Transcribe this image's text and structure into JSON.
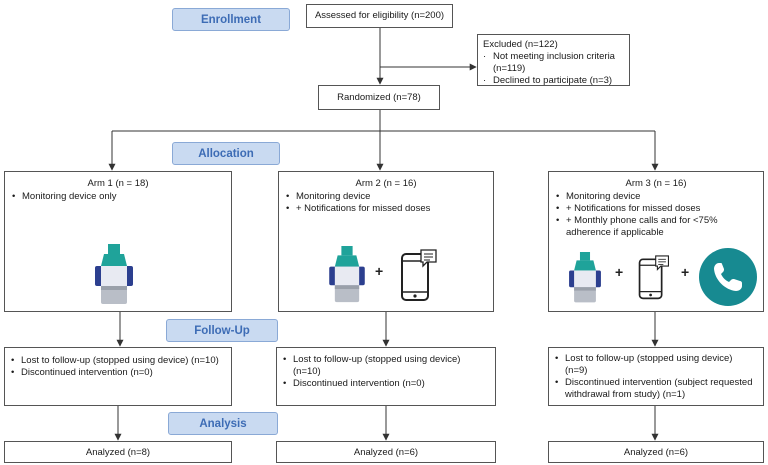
{
  "stages": {
    "enrollment": "Enrollment",
    "allocation": "Allocation",
    "follow_up": "Follow-Up",
    "analysis": "Analysis"
  },
  "assessed": "Assessed for eligibility (n=200)",
  "excluded": {
    "title": "Excluded (n=122)",
    "items": [
      "Not meeting inclusion criteria (n=119)",
      "Declined to participate (n=3)"
    ]
  },
  "randomized": "Randomized (n=78)",
  "arms": [
    {
      "title": "Arm 1 (n = 18)",
      "items": [
        "Monitoring device only"
      ],
      "follow_up": [
        "Lost to follow-up (stopped using device) (n=10)",
        "Discontinued intervention (n=0)"
      ],
      "analyzed": "Analyzed (n=8)"
    },
    {
      "title": "Arm 2 (n = 16)",
      "items": [
        "Monitoring device",
        "+ Notifications for missed doses"
      ],
      "follow_up": [
        "Lost to follow-up (stopped using device) (n=10)",
        "Discontinued intervention (n=0)"
      ],
      "analyzed": "Analyzed (n=6)"
    },
    {
      "title": "Arm 3 (n = 16)",
      "items": [
        "Monitoring device",
        "+ Notifications for missed doses",
        "+ Monthly phone calls and for <75% adherence if applicable"
      ],
      "follow_up": [
        "Lost to follow-up (stopped using device) (n=9)",
        "Discontinued intervention (subject requested withdrawal from study) (n=1)"
      ],
      "analyzed": "Analyzed (n=6)"
    }
  ],
  "plus_sign": "+",
  "icons": {
    "device": "pill-bottle-monitor-icon",
    "phone": "smartphone-notification-icon",
    "call": "phone-call-icon"
  },
  "colors": {
    "stage_fill": "#c9daf1",
    "stage_text": "#3d6cb5",
    "device_teal": "#1fa39a",
    "device_blue": "#2c3f8f",
    "call_teal": "#178a91"
  }
}
